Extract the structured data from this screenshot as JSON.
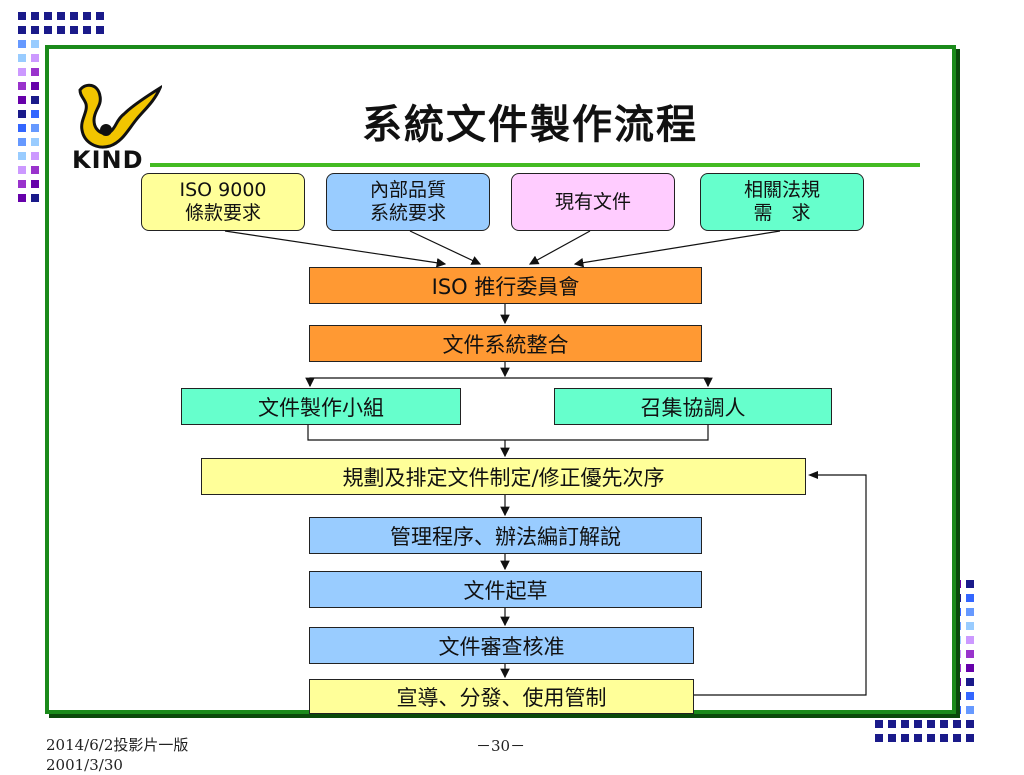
{
  "title": "系統文件製作流程",
  "logo": {
    "text": "KIND",
    "icon": "kind-bird-logo"
  },
  "sources": [
    {
      "line1": "ISO 9000",
      "line2": "條款要求",
      "color": "#ffff99"
    },
    {
      "line1": "內部品質",
      "line2": "系統要求",
      "color": "#99ccff"
    },
    {
      "line1": "現有文件",
      "line2": "",
      "color": "#ffccff"
    },
    {
      "line1": "相關法規",
      "line2": "需　求",
      "color": "#66ffcc"
    }
  ],
  "steps": {
    "committee": "ISO 推行委員會",
    "integration": "文件系統整合",
    "team": "文件製作小組",
    "coordinator": "召集協調人",
    "planning": "規劃及排定文件制定/修正優先次序",
    "procedures": "管理程序、辦法編訂解說",
    "drafting": "文件起草",
    "review": "文件審查核准",
    "distribution": "宣導、分發、使用管制"
  },
  "colors": {
    "orange": "#ff9933",
    "teal": "#66ffcc",
    "yellow": "#ffff99",
    "blue": "#99ccff",
    "frame": "#1a8a1a",
    "rule": "#44bb22"
  },
  "footer": {
    "line1": "2014/6/2投影片一版",
    "line2": "2001/3/30",
    "page": "－30－"
  }
}
